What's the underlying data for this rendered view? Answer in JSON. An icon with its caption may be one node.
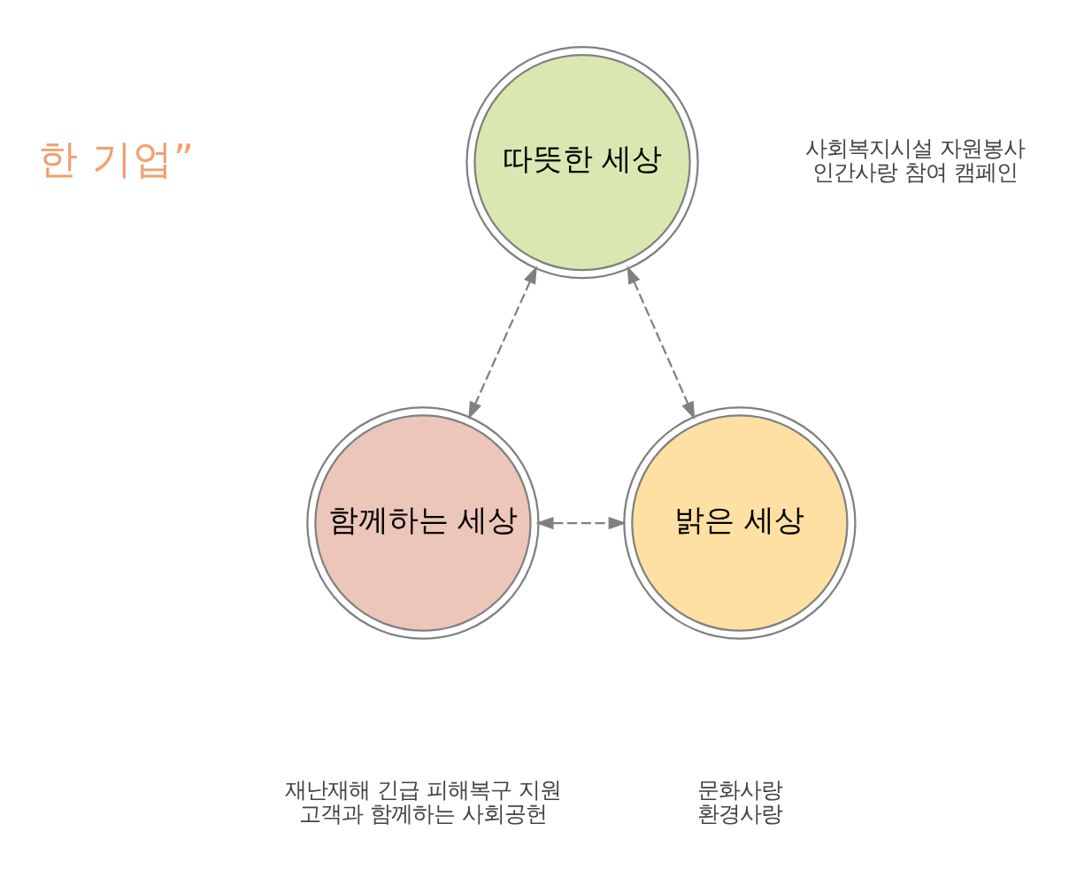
{
  "diagram": {
    "nodes": [
      {
        "text": [
          "따뜻한 세상"
        ],
        "beside": [
          "사회복지시설 자원봉사",
          "인간사랑 참여 캠페인"
        ]
      },
      {
        "text": [
          "함께하는 세상"
        ],
        "beside": [
          "재난재해 긴급 피해복구 지원",
          "고객과 함께하는 사회공헌"
        ]
      },
      {
        "text": [
          "밝은 세상"
        ],
        "beside": [
          "문화사랑",
          "환경사랑"
        ]
      }
    ],
    "edges": [
      {
        "from": 0,
        "to": 1,
        "arrow": "both",
        "style": "dashed"
      },
      {
        "from": 0,
        "to": 2,
        "arrow": "both",
        "style": "dashed"
      },
      {
        "from": 1,
        "to": 2,
        "arrow": "both",
        "style": "dashed"
      }
    ],
    "labels": [
      "한 기업”"
    ]
  }
}
